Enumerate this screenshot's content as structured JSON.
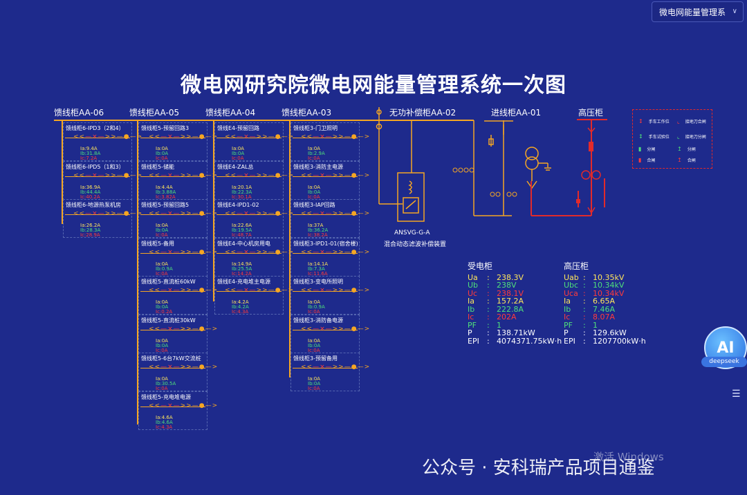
{
  "selector": {
    "value": "微电网能量管理系",
    "icon": "chevron-down-icon"
  },
  "title": "微电网研究院微电网能量管理系统一次图",
  "cabinets": [
    "馈线柜AA-06",
    "馈线柜AA-05",
    "馈线柜AA-04",
    "馈线柜AA-03",
    "无功补偿柜AA-02",
    "进线柜AA-01",
    "高压柜"
  ],
  "feeders": {
    "c06": [
      {
        "name": "馈线柜6-IPD3（2和4）",
        "ia": "Ia:9.4A",
        "ib": "Ib:31.8A",
        "ic": "Ic:7.2A"
      },
      {
        "name": "馈线柜6-IPD5（1和3）",
        "ia": "Ia:36.9A",
        "ib": "Ib:44.4A",
        "ic": "Ic:40.2A"
      },
      {
        "name": "馈线柜6-地源热泵机房",
        "ia": "Ia:26.2A",
        "ib": "Ib:28.3A",
        "ic": "Ic:28.9A"
      }
    ],
    "c05": [
      {
        "name": "馈线柜5-预留回路3",
        "ia": "Ia:0A",
        "ib": "Ib:0A",
        "ic": "Ic:0A"
      },
      {
        "name": "馈线柜5-储能",
        "ia": "Ia:4.4A",
        "ib": "Ib:3.88A",
        "ic": "Ic:3.82A"
      },
      {
        "name": "馈线柜5-预留回路5",
        "ia": "Ia:0A",
        "ib": "Ib:0A",
        "ic": "Ic:0A"
      },
      {
        "name": "馈线柜5-备用",
        "ia": "Ia:0A",
        "ib": "Ib:0.9A",
        "ic": "Ic:0A"
      },
      {
        "name": "馈线柜5-直流桩60kW",
        "ia": "Ia:0A",
        "ib": "Ib:0A",
        "ic": "Ic:0.2A"
      },
      {
        "name": "馈线柜5-直流桩30kW",
        "ia": "Ia:0A",
        "ib": "Ib:0A",
        "ic": "Ic:0A"
      },
      {
        "name": "馈线柜5-6台7kW交流桩",
        "ia": "Ia:0A",
        "ib": "Ib:30.5A",
        "ic": "Ic:0A"
      },
      {
        "name": "馈线柜5-充电堆电源",
        "ia": "Ia:4.6A",
        "ib": "Ib:4.6A",
        "ic": "Ic:4.3A"
      }
    ],
    "c04": [
      {
        "name": "馈线E4-预留回路",
        "ia": "Ia:0A",
        "ib": "Ib:0A",
        "ic": "Ic:0A"
      },
      {
        "name": "馈线E4-ZAL总",
        "ia": "Ia:20.1A",
        "ib": "Ib:22.3A",
        "ic": "Ic:30.1A"
      },
      {
        "name": "馈线E4-IPD1-02",
        "ia": "Ia:22.6A",
        "ib": "Ib:19.5A",
        "ic": "Ic:48.7A"
      },
      {
        "name": "馈线E4-中心机房用电",
        "ia": "Ia:14.9A",
        "ib": "Ib:25.5A",
        "ic": "Ic:14.2A"
      },
      {
        "name": "馈线E4-充电堆主电源",
        "ia": "Ia:4.2A",
        "ib": "Ib:4.2A",
        "ic": "Ic:4.3A"
      }
    ],
    "c03": [
      {
        "name": "馈线柜3-门卫照明",
        "ia": "Ia:0A",
        "ib": "Ib:2.9A",
        "ic": "Ic:0A"
      },
      {
        "name": "馈线柜3-消防主电源",
        "ia": "Ia:0A",
        "ib": "Ib:0A",
        "ic": "Ic:0A"
      },
      {
        "name": "馈线柜3-IAP回路",
        "ia": "Ia:37A",
        "ib": "Ib:36.2A",
        "ic": "Ic:38.2A"
      },
      {
        "name": "馈线柜3-IPD1-01(宿舍楼)",
        "ia": "Ia:14.1A",
        "ib": "Ib:7.3A",
        "ic": "Ic:11.6A"
      },
      {
        "name": "馈线柜3-变电所照明",
        "ia": "Ia:0A",
        "ib": "Ib:0.9A",
        "ic": "Ic:0A"
      },
      {
        "name": "馈线柜3-消防备电源",
        "ia": "Ia:0A",
        "ib": "Ib:0A",
        "ic": "Ic:0A"
      },
      {
        "name": "馈线柜3-预留备用",
        "ia": "Ia:0A",
        "ib": "Ib:0A",
        "ic": "Ic:0A"
      }
    ]
  },
  "svg_device": {
    "model": "ANSVG-G-A",
    "desc": "混合动态滤波补偿装置"
  },
  "legend": [
    {
      "label": "手车工作位",
      "icon": "cart-working-icon",
      "color": "#ff3b3b"
    },
    {
      "label": "接地刀合闸",
      "icon": "ground-switch-closed-icon",
      "color": "#ff3b3b"
    },
    {
      "label": "手车试验位",
      "icon": "cart-test-icon",
      "color": "#4fe07a"
    },
    {
      "label": "接地刀分闸",
      "icon": "ground-switch-open-icon",
      "color": "#4fe07a"
    },
    {
      "label": "分闸",
      "icon": "open-icon",
      "color": "#4fe07a"
    },
    {
      "label": "分闸",
      "icon": "open-switch-icon",
      "color": "#4fe07a"
    },
    {
      "label": "合闸",
      "icon": "close-icon",
      "color": "#ff3b3b"
    },
    {
      "label": "合闸",
      "icon": "close-switch-icon",
      "color": "#ff3b3b"
    }
  ],
  "receiving": {
    "title": "受电柜",
    "rows": [
      {
        "k": "Ua",
        "v": "238.3V",
        "color": "#ffe65c"
      },
      {
        "k": "Ub",
        "v": "238V",
        "color": "#4fe07a"
      },
      {
        "k": "Uc",
        "v": "238.1V",
        "color": "#ff3b3b"
      },
      {
        "k": "Ia",
        "v": "157.2A",
        "color": "#ffe65c"
      },
      {
        "k": "Ib",
        "v": "222.8A",
        "color": "#4fe07a"
      },
      {
        "k": "Ic",
        "v": "202A",
        "color": "#ff3b3b"
      },
      {
        "k": "PF",
        "v": "1",
        "color": "#4fe07a"
      },
      {
        "k": "P",
        "v": "138.71kW",
        "color": "#ffffff"
      },
      {
        "k": "EPI",
        "v": "4074371.75kW·h",
        "color": "#ffffff"
      }
    ]
  },
  "highvoltage": {
    "title": "高压柜",
    "rows": [
      {
        "k": "Uab",
        "v": "10.35kV",
        "color": "#ffe65c"
      },
      {
        "k": "Ubc",
        "v": "10.34kV",
        "color": "#4fe07a"
      },
      {
        "k": "Uca",
        "v": "10.34kV",
        "color": "#ff3b3b"
      },
      {
        "k": "Ia",
        "v": "6.65A",
        "color": "#ffe65c"
      },
      {
        "k": "Ib",
        "v": "7.46A",
        "color": "#4fe07a"
      },
      {
        "k": "Ic",
        "v": "8.07A",
        "color": "#ff3b3b"
      },
      {
        "k": "PF",
        "v": "1",
        "color": "#4fe07a"
      },
      {
        "k": "P",
        "v": "129.6kW",
        "color": "#ffffff"
      },
      {
        "k": "EPI",
        "v": "1207700kW·h",
        "color": "#ffffff"
      }
    ]
  },
  "ai": {
    "label": "AI",
    "tag": "deepseek"
  },
  "watermark": "公众号 · 安科瑞产品项目通鉴",
  "windows": "激活 Windows",
  "colors": {
    "bg": "#1e2a8c",
    "bus": "#f5a623",
    "red": "#ff3b3b",
    "green": "#4fe07a",
    "yellow": "#ffe65c"
  }
}
